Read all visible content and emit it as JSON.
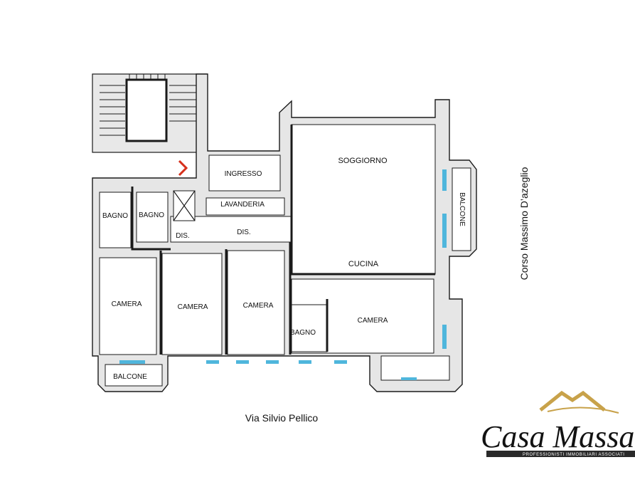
{
  "rooms": {
    "ingresso": "INGRESSO",
    "soggiorno": "SOGGIORNO",
    "lavanderia": "LAVANDERIA",
    "balcone_right": "BALCONE",
    "bagno_left": "BAGNO",
    "bagno_mid": "BAGNO",
    "dis_left": "DIS.",
    "dis_mid": "DIS.",
    "cucina": "CUCINA",
    "camera_1": "CAMERA",
    "camera_2": "CAMERA",
    "camera_3": "CAMERA",
    "bagno_bottom": "BAGNO",
    "camera_4": "CAMERA",
    "balcone_bottom": "BALCONE"
  },
  "streets": {
    "bottom": "Via Silvio Pellico",
    "right": "Corso Massimo D’azeglio"
  },
  "brand": {
    "name": "Casa Massa",
    "tagline": "PROFESSIONISTI IMMOBILIARI ASSOCIATI"
  },
  "colors": {
    "wall_fill": "#e6e6e6",
    "wall_stroke": "#1a1a1a",
    "window": "#4fb6dc",
    "entry_marker": "#d6301c",
    "brand_gold": "#c8a24a"
  }
}
